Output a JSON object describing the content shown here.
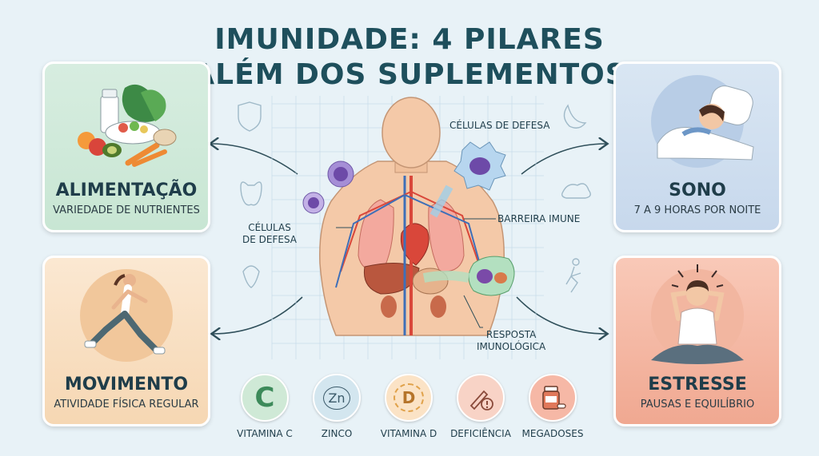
{
  "title": {
    "line1": "IMUNIDADE: 4 PILARES",
    "line2": "ALÉM DOS SUPLEMENTOS"
  },
  "pillars": [
    {
      "heading": "ALIMENTAÇÃO",
      "subtitle": "VARIEDADE DE NUTRIENTES"
    },
    {
      "heading": "SONO",
      "subtitle": "7 A 9 HORAS POR NOITE"
    },
    {
      "heading": "MOVIMENTO",
      "subtitle": "ATIVIDADE FÍSICA REGULAR"
    },
    {
      "heading": "ESTRESSE",
      "subtitle": "PAUSAS E EQUILÍBRIO"
    }
  ],
  "center_labels": {
    "defense_top": "CÉLULAS DE DEFESA",
    "defense_left_1": "CÉLULAS",
    "defense_left_2": "DE DEFESA",
    "barrier": "BARREIRA IMUNE",
    "response_1": "RESPOSTA",
    "response_2": "IMUNOLÓGICA"
  },
  "bottom_items": [
    {
      "label": "VITAMINA C",
      "icon": "vitamin-c-icon",
      "color": "#cfe9d6"
    },
    {
      "label": "ZINCO",
      "icon": "zinc-icon",
      "color": "#d3e6ef"
    },
    {
      "label": "VITAMINA D",
      "icon": "vitamin-d-icon",
      "color": "#fbe3c6"
    },
    {
      "label": "DEFICIÊNCIA",
      "icon": "deficiency-icon",
      "color": "#f8d3c6"
    },
    {
      "label": "MEGADOSES",
      "icon": "pill-bottle-icon",
      "color": "#f6b8a6"
    }
  ],
  "icon_glyphs": {
    "vitamin_c": "C",
    "zinc": "Zn",
    "vitamin_d": "D"
  },
  "colors": {
    "title": "#1e4f5c",
    "food_card": "#d7ede0",
    "sleep_card": "#d9e6f3",
    "move_card": "#fbe8d2",
    "stress_card": "#f9c9b8"
  }
}
